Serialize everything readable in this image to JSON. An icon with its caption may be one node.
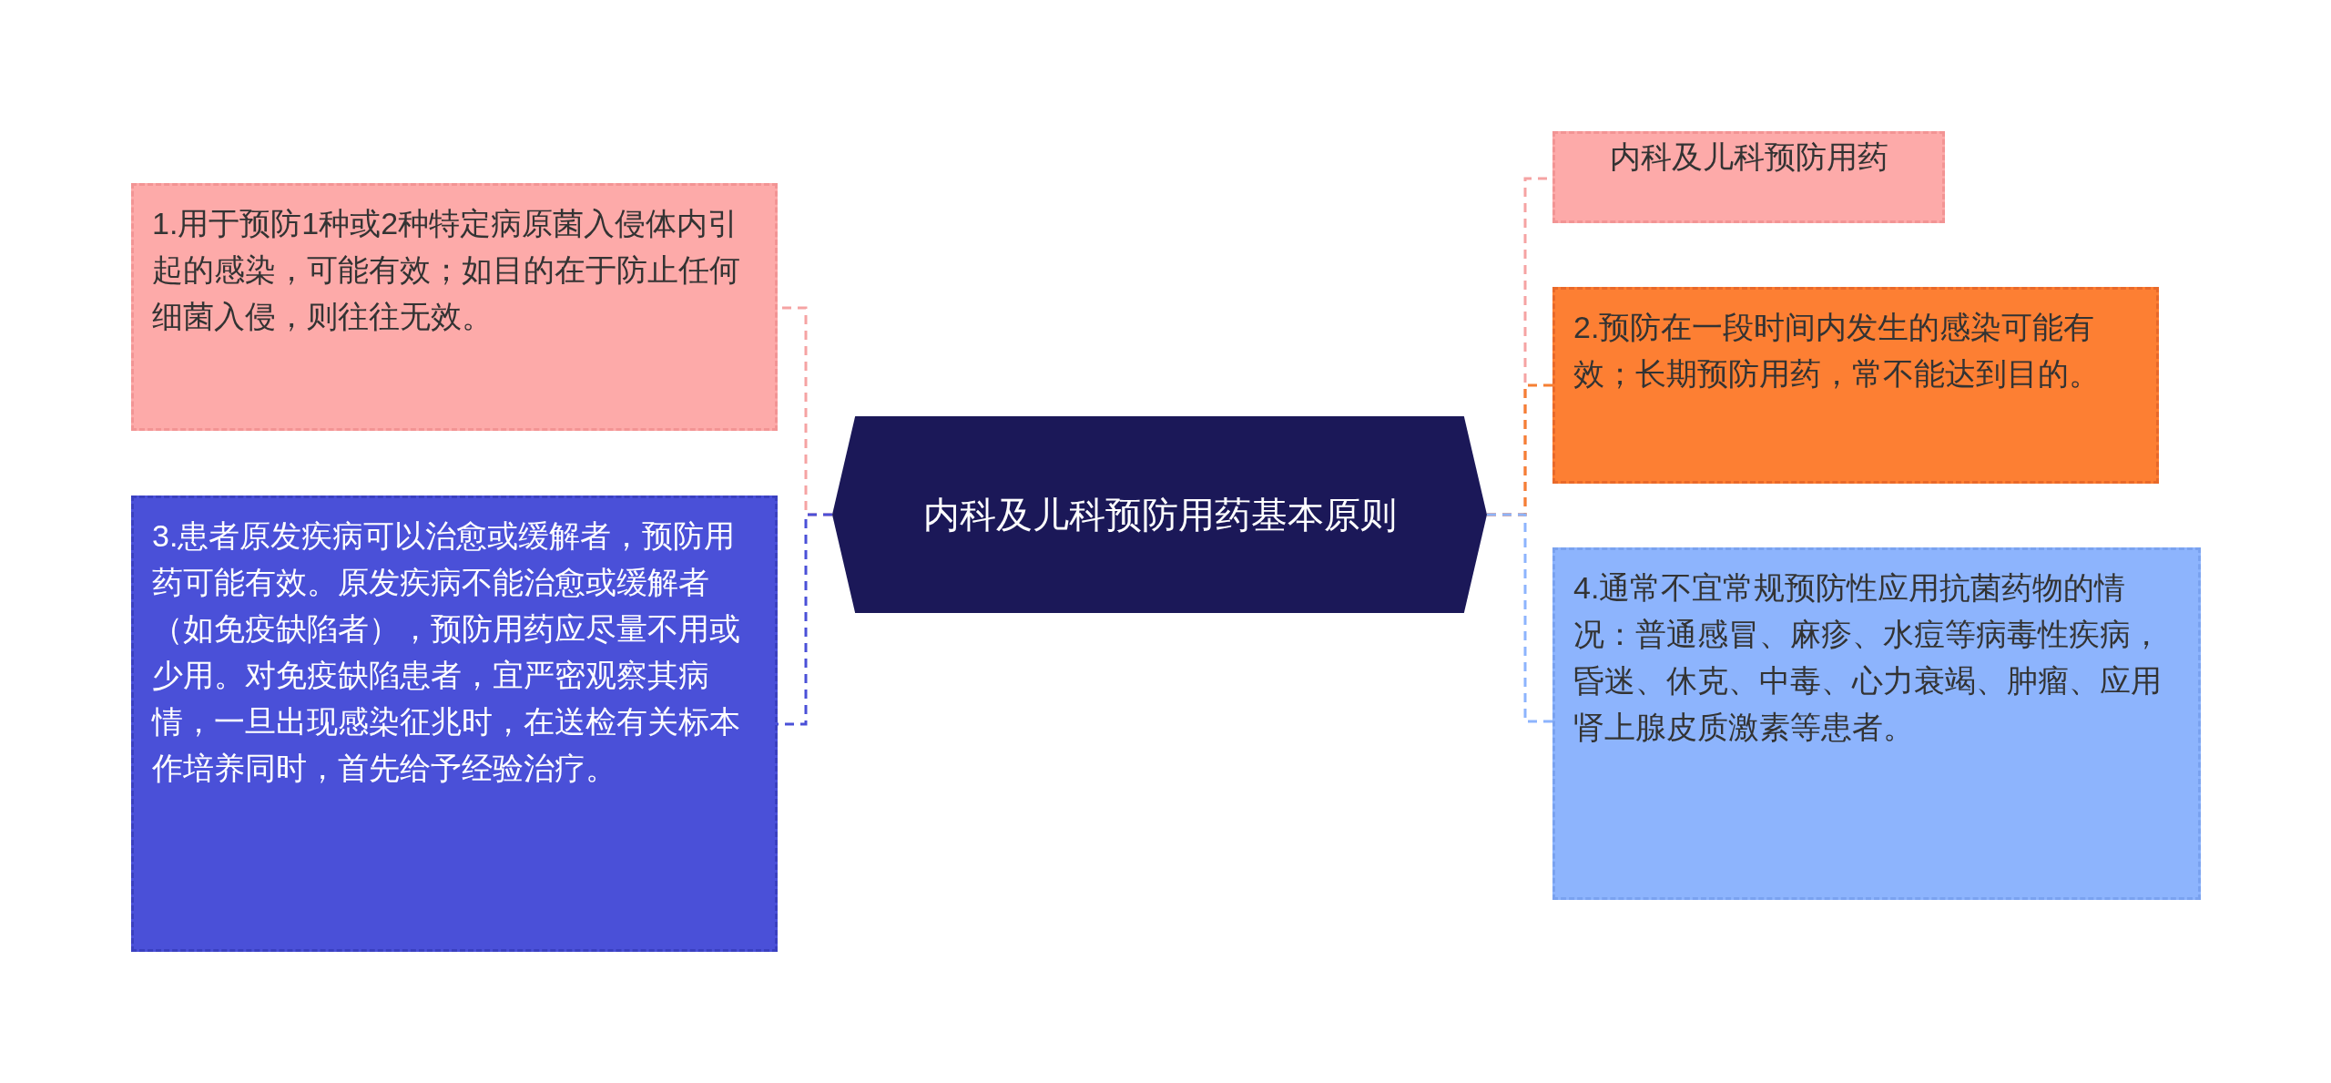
{
  "diagram": {
    "nodes": [
      {
        "text": [
          "内科及儿科预防用药基本原则"
        ]
      },
      {
        "text": [
          "1.用于预防1种或2种特定病原菌入侵体内引起的感染，可能有效；如目的在于防止任何细菌入侵，则往往无效。"
        ]
      },
      {
        "text": [
          "3.患者原发疾病可以治愈或缓解者，预防用药可能有效。原发疾病不能治愈或缓解者（如免疫缺陷者），预防用药应尽量不用或少用。对免疫缺陷患者，宜严密观察其病情，一旦出现感染征兆时，在送检有关标本作培养同时，首先给予经验治疗。"
        ]
      },
      {
        "text": [
          "内科及儿科预防用药"
        ]
      },
      {
        "text": [
          "2.预防在一段时间内发生的感染可能有效；长期预防用药，常不能达到目的。"
        ]
      },
      {
        "text": [
          "4.通常不宜常规预防性应用抗菌药物的情况：普通感冒、麻疹、水痘等病毒性疾病，昏迷、休克、中毒、心力衰竭、肿瘤、应用肾上腺皮质激素等患者。"
        ]
      }
    ],
    "edges": [
      {
        "from": 0,
        "to": 1,
        "arrow": "none",
        "style": "dashed",
        "color": "#f5a3a3"
      },
      {
        "from": 0,
        "to": 2,
        "arrow": "none",
        "style": "dashed",
        "color": "#4a50d8"
      },
      {
        "from": 0,
        "to": 3,
        "arrow": "none",
        "style": "dashed",
        "color": "#f5a3a3"
      },
      {
        "from": 0,
        "to": 4,
        "arrow": "none",
        "style": "dashed",
        "color": "#f57f33"
      },
      {
        "from": 0,
        "to": 5,
        "arrow": "none",
        "style": "dashed",
        "color": "#8db4fd"
      }
    ]
  }
}
